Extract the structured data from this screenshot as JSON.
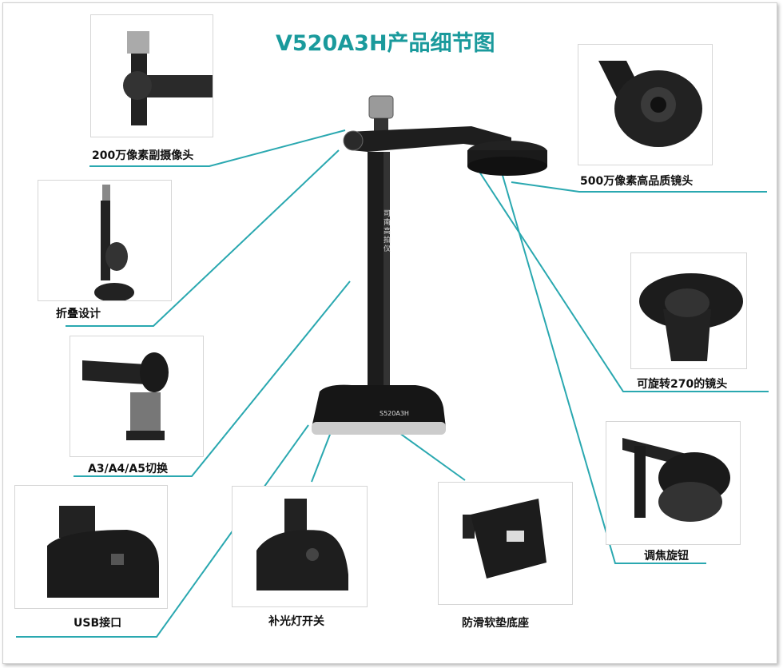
{
  "title": "V520A3H产品细节图",
  "accent_color": "#2aa8b0",
  "product": {
    "model_label": "S520A3H",
    "arm_text": "司南高拍仪"
  },
  "features": [
    {
      "label": "200万像素副摄像头"
    },
    {
      "label": "折叠设计"
    },
    {
      "label": "A3/A4/A5切换"
    },
    {
      "label": "USB接口"
    },
    {
      "label": "补光灯开关"
    },
    {
      "label": "防滑软垫底座"
    },
    {
      "label": "500万像素高品质镜头"
    },
    {
      "label": "可旋转270的镜头"
    },
    {
      "label": "调焦旋钮"
    }
  ]
}
